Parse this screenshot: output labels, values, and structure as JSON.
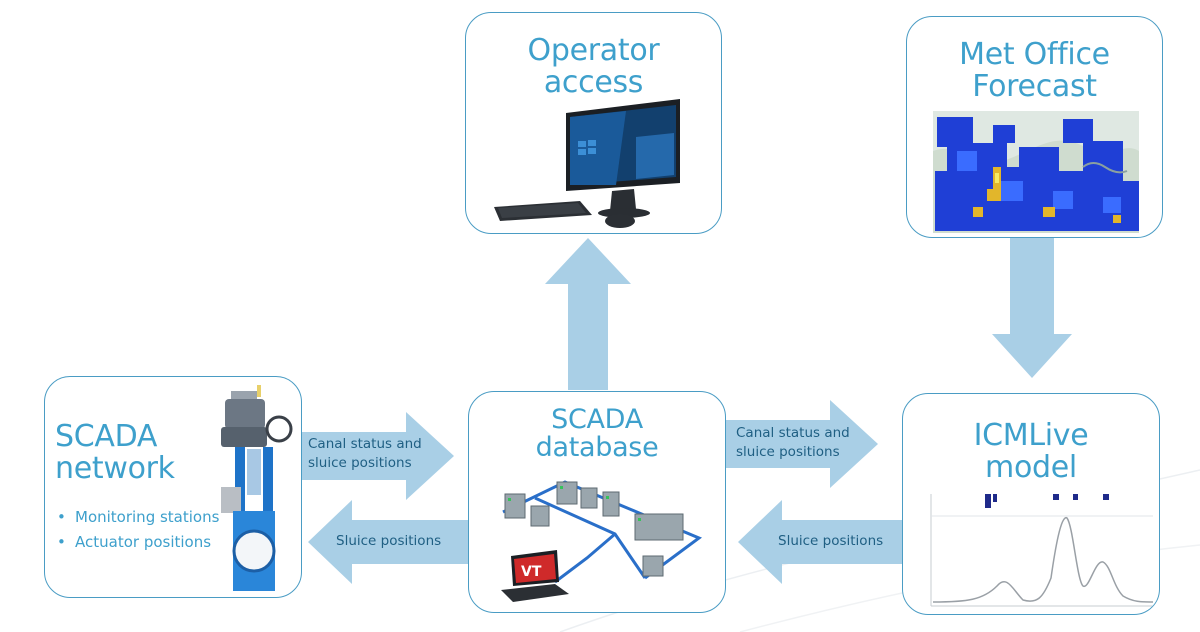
{
  "nodes": {
    "operator": {
      "title_line1": "Operator",
      "title_line2": "access"
    },
    "metoffice": {
      "title_line1": "Met Office",
      "title_line2": "Forecast"
    },
    "scada_network": {
      "title_line1": "SCADA",
      "title_line2": "network",
      "bullets": [
        "Monitoring stations",
        "Actuator positions"
      ]
    },
    "scada_db": {
      "title_line1": "SCADA",
      "title_line2": "database",
      "screen_logo": "VT"
    },
    "icmlive": {
      "title_line1": "ICMLive",
      "title_line2": "model"
    }
  },
  "arrows": {
    "network_to_db": {
      "line1": "Canal status and",
      "line2": "sluice positions"
    },
    "db_to_network": {
      "label": "Sluice positions"
    },
    "db_to_icm": {
      "line1": "Canal status and",
      "line2": "sluice positions"
    },
    "icm_to_db": {
      "label": "Sluice positions"
    }
  },
  "colors": {
    "node_border": "#4a9cc4",
    "title_text": "#3ea0cc",
    "arrow_fill": "#a9cfe6",
    "label_text": "#1f5f83"
  }
}
